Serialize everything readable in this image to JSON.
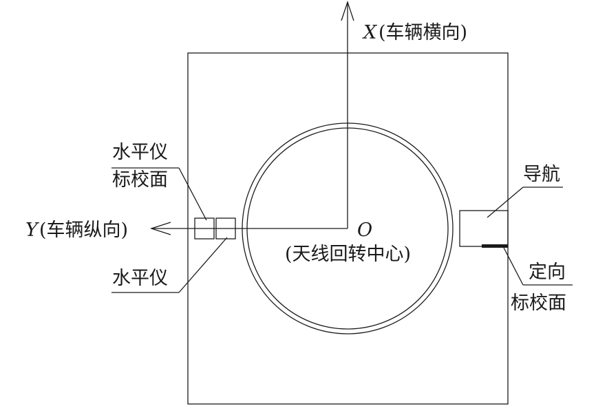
{
  "labels": {
    "x_axis_var": "X",
    "x_axis_name": "(车辆横向)",
    "y_axis_var": "Y",
    "y_axis_name": "(车辆纵向)",
    "origin_var": "O",
    "origin_name": "(天线回转中心)",
    "level_calib_line1": "水平仪",
    "level_calib_line2": "标校面",
    "level_line1": "水平仪",
    "nav_line1": "导航",
    "orient_calib_line1": "定向",
    "orient_calib_line2": "标校面"
  },
  "colors": {
    "line": "#1a1a1a",
    "background": "#ffffff"
  }
}
